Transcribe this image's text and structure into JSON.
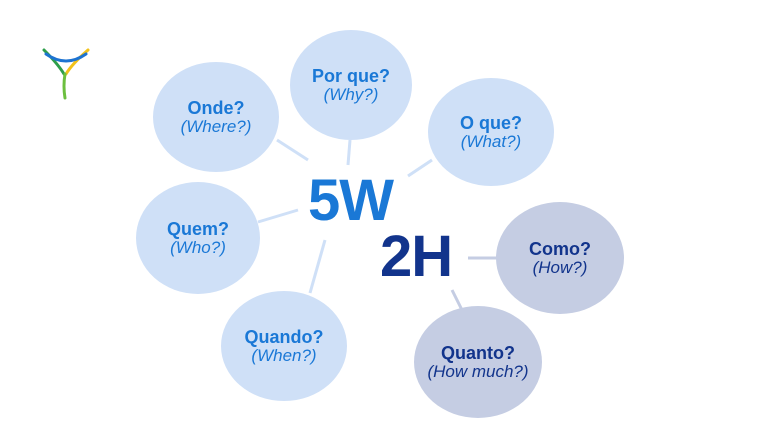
{
  "center": {
    "w_label": "5W",
    "h_label": "2H"
  },
  "colors": {
    "w_accent": "#1a78d6",
    "h_accent": "#12348c",
    "w_bubble": "#cfe0f7",
    "h_bubble": "#c5cde3",
    "connector": "#cfe0f7"
  },
  "logo": {
    "icon": "y-shaped-logo-icon"
  },
  "bubbles": {
    "why": {
      "pt": "Por que?",
      "en": "(Why?)"
    },
    "where": {
      "pt": "Onde?",
      "en": "(Where?)"
    },
    "what": {
      "pt": "O que?",
      "en": "(What?)"
    },
    "who": {
      "pt": "Quem?",
      "en": "(Who?)"
    },
    "when": {
      "pt": "Quando?",
      "en": "(When?)"
    },
    "how": {
      "pt": "Como?",
      "en": "(How?)"
    },
    "how_much": {
      "pt": "Quanto?",
      "en": "(How much?)"
    }
  }
}
